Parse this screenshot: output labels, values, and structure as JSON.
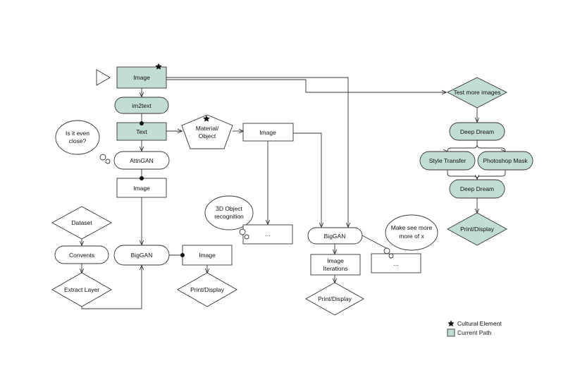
{
  "colors": {
    "current_path": "#c2ddd2",
    "stroke": "#333333",
    "background": "#ffffff"
  },
  "nodes": {
    "image_top": "Image",
    "im2text": "im2text",
    "text": "Text",
    "material_object": [
      "Material/",
      "Object"
    ],
    "image_mid": "Image",
    "attngan": "AttnGAN",
    "image_left": "Image",
    "dataset": "Dataset",
    "convnets": "Convents",
    "extract_layer": "Extract Layer",
    "biggan_left": "BigGAN",
    "image_bottom_left": "Image",
    "print_display_left": "Print/Display",
    "ellipsis_mid": "...",
    "biggan_right": "BigGAN",
    "image_iterations": [
      "Image",
      "Iterations"
    ],
    "print_display_mid": "Print/Display",
    "ellipsis_right": "...",
    "test_more_images": "Test more images",
    "deep_dream_top": "Deep Dream",
    "style_transfer": "Style Transfer",
    "photoshop_mask": "Photoshop Mask",
    "deep_dream_bottom": "Deep Dream",
    "print_display_right": "Print/Display"
  },
  "bubbles": {
    "is_it_even_close": [
      "Is it even",
      "close?"
    ],
    "object_recognition": [
      "3D Object",
      "recognition"
    ],
    "make_see_more": [
      "Make see more",
      "more of x"
    ]
  },
  "legend": {
    "cultural_element": "Cultural Element",
    "current_path": "Current Path"
  },
  "icons": [
    "start-triangle-icon",
    "star-icon",
    "star-icon"
  ]
}
